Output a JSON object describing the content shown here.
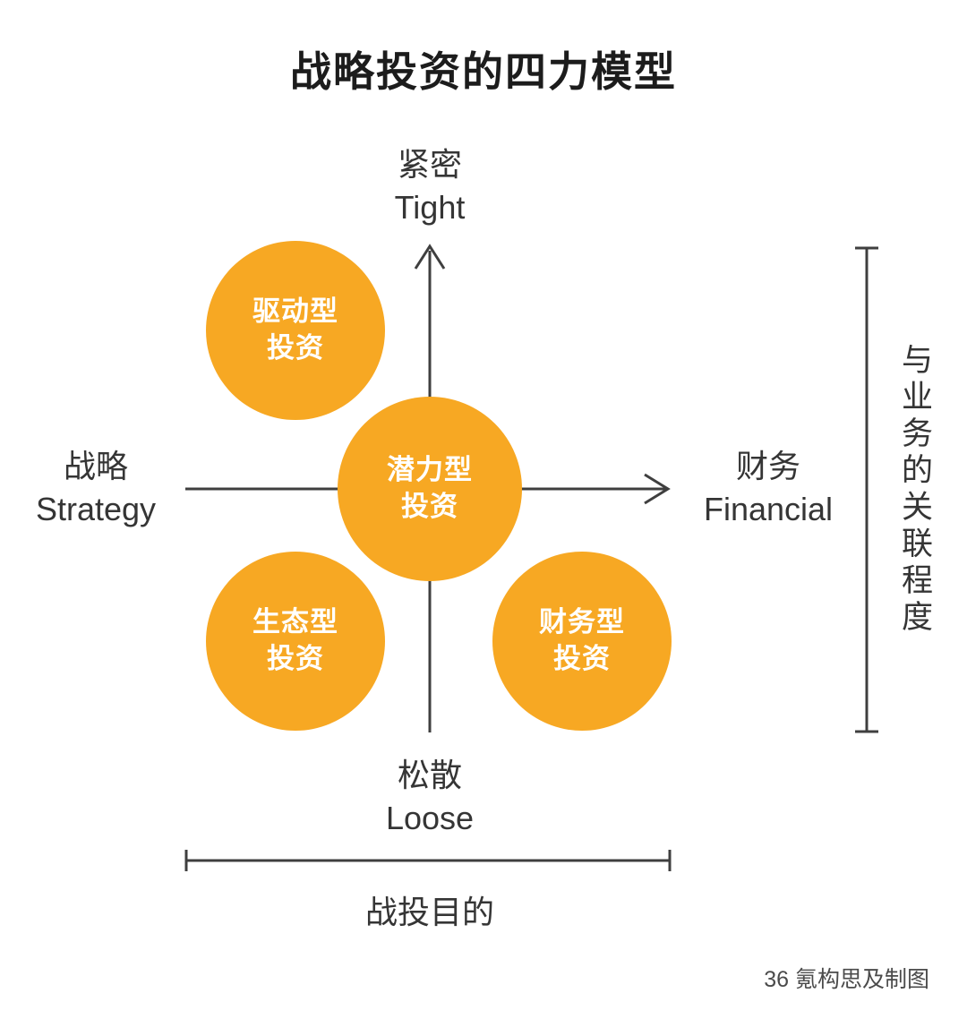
{
  "title": "战略投资的四力模型",
  "axes": {
    "top": {
      "zh": "紧密",
      "en": "Tight"
    },
    "bottom": {
      "zh": "松散",
      "en": "Loose"
    },
    "left": {
      "zh": "战略",
      "en": "Strategy"
    },
    "right": {
      "zh": "财务",
      "en": "Financial"
    }
  },
  "circles": [
    {
      "line1": "驱动型",
      "line2": "投资"
    },
    {
      "line1": "潜力型",
      "line2": "投资"
    },
    {
      "line1": "生态型",
      "line2": "投资"
    },
    {
      "line1": "财务型",
      "line2": "投资"
    }
  ],
  "annotations": {
    "right_bracket_label": "与业务的关联程度",
    "bottom_bracket_label": "战投目的",
    "credit": "36 氪构思及制图"
  },
  "colors": {
    "circle_fill": "#F7A823",
    "circle_text": "#FFFFFF",
    "line": "#3F3F3F",
    "text": "#353535"
  }
}
